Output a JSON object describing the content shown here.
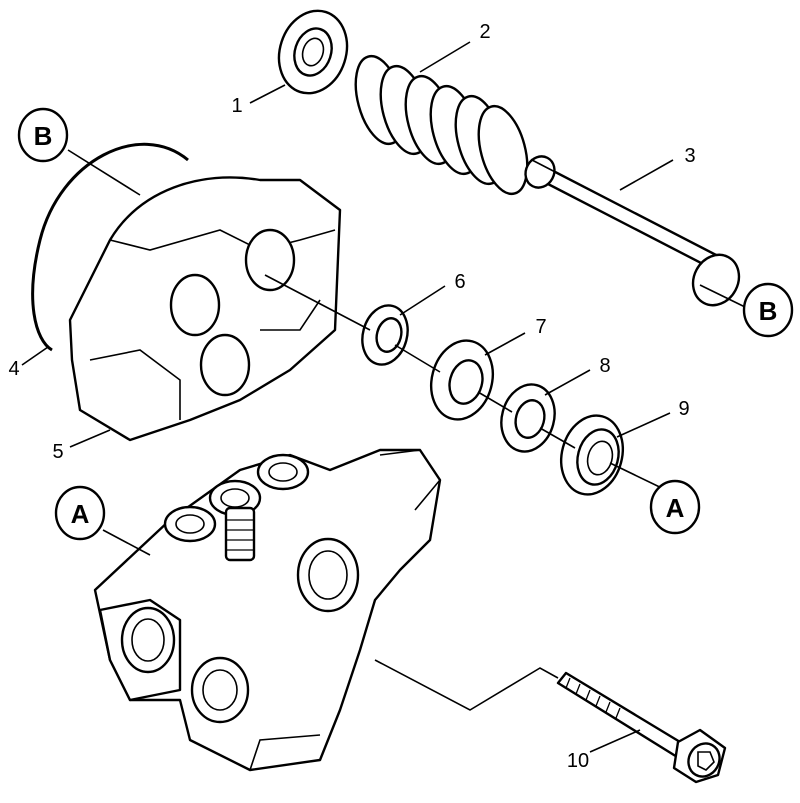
{
  "callouts": [
    "1",
    "2",
    "3",
    "4",
    "5",
    "6",
    "7",
    "8",
    "9",
    "10"
  ],
  "refs": {
    "a": "A",
    "b": "B"
  }
}
